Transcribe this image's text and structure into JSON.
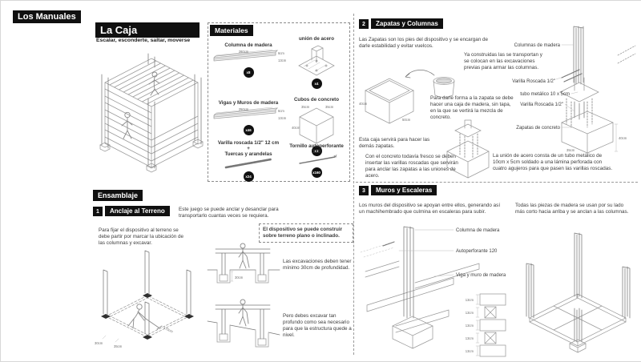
{
  "brand": "Los Manuales",
  "product": {
    "title": "La Caja",
    "subtitle": "Escalar, esconderte, saltar, moverse"
  },
  "materials": {
    "title": "Materiales",
    "items": [
      {
        "name": "Columna de madera",
        "qty": "x8",
        "len": "280cm",
        "w": "6cm",
        "h": "13cm"
      },
      {
        "name": "unión de acero",
        "qty": "x4"
      },
      {
        "name": "Vigas y Muros de madera",
        "qty": "x46",
        "len": "250cm",
        "w": "6cm",
        "h": "13cm"
      },
      {
        "name": "Cubos de concreto",
        "qty": "x4",
        "d1": "35cm",
        "d2": "35cm",
        "d3": "40cm"
      },
      {
        "name1": "Varilla roscada 1/2\" 12 cm",
        "plus": "+",
        "name2": "Tuercas y arandelas",
        "qty": "x24"
      },
      {
        "name": "Tornillo autoperforante 120",
        "qty": "x160"
      }
    ]
  },
  "ensamblaje": {
    "title": "Ensamblaje",
    "step_num": "1",
    "step_title": "Anclaje al Terreno",
    "lead": "Este juego se puede anclar y desanclar para transportarlo cuantas veces se requiera.",
    "p1": "Para fijar el dispositivo al terreno se debe partir por marcar la ubicación de las columnas y excavar.",
    "note": "El dispositivo se puede construir sobre terreno plano o inclinado.",
    "p2": "Las excavaciones deben tener mínimo 30cm de profundidad.",
    "p3": "Pero debes excavar tan profundo como sea necesario para que la estructura quede a nivel.",
    "dims": {
      "d30": "30cm",
      "d35": "35cm",
      "d170": "170cm",
      "depth": "30cm"
    }
  },
  "zapatas": {
    "num": "2",
    "title": "Zapatas y Columnas",
    "intro": "Las Zapatas son los pies del dispositivo y se encargan de darle estabilidad y evitar vuelcos.",
    "p_mold": "Para darle forma a la zapata se debe hacer una caja de madera, sin tapa, en la que se vertirá la mezcla de concreto.",
    "p_reuse": "Esta caja servirá para hacer las demás zapatas.",
    "p_varillas": "Con el concreto todavía fresco se deben insertar las varillas roscadas que servirán para anclar las zapatas a las uniones de acero.",
    "p_transport": "Ya construidas las se transportan y se colocan en las excavaciones previas para armar las columnas.",
    "p_union": "La unión de acero consta de un tubo metálico de 10cm x 5cm soldado a una lámina perforada con cuatro agujeros para que pasen las varillas roscadas.",
    "labels": {
      "columnas": "Columnas de madera",
      "varilla1": "Varilla Roscada 1/2\"",
      "tubo": "tubo metálico 10 x 5cm",
      "varilla2": "Varilla Roscada 1/2\"",
      "zapatas": "Zapatas de concreto"
    },
    "dims": {
      "mold_h": "40cm",
      "mold_w": "50cm",
      "zap_h": "40cm",
      "zap_w": "35cm"
    }
  },
  "muros": {
    "num": "3",
    "title": "Muros y Escaleras",
    "intro": "Los muros del dispositivo se apoyan entre ellos, generando así un machihembrado que culmina en escaleras para subir.",
    "p_right": "Todas las piezas de madera se usan por su lado más corto hacia arriba y se anclan a las columnas.",
    "labels": {
      "columna": "Columna de madera",
      "autoperforante": "Autoperforante 120",
      "viga": "Viga y muro de madera"
    },
    "stack_dims": [
      "13cm",
      "13cm",
      "13cm",
      "13cm",
      "13cm"
    ]
  }
}
